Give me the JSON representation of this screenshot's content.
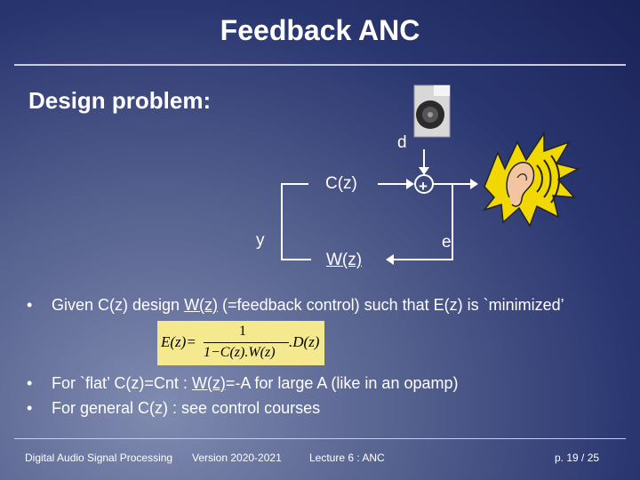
{
  "header": {
    "title": "Feedback ANC"
  },
  "section": {
    "heading": "Design problem:"
  },
  "diagram": {
    "label_d": "d",
    "block_c": "C(z)",
    "sum_sign": "+",
    "label_y": "y",
    "label_e": "e",
    "block_w": "W(z)"
  },
  "bullets": {
    "b1_pre": "Given C(z) design ",
    "b1_w": "W(z)",
    "b1_post": " (=feedback control) such that E(z) is `minimized’",
    "b2_pre": "For `flat’ C(z)=Cnt : ",
    "b2_w": "W(z)",
    "b2_post": "=-A for large A (like in an opamp)",
    "b3": "For general C(z) : see control courses"
  },
  "formula": {
    "lhs": "E(z)=",
    "numerator": "1",
    "denominator": "1−C(z).W(z)",
    "rhs": ".D(z)"
  },
  "footer": {
    "course": "Digital Audio Signal Processing",
    "version": "Version 2020-2021",
    "lecture": "Lecture 6 : ANC",
    "page": "p. 19 / 25"
  },
  "colors": {
    "formula_bg": "#f5e98f",
    "burst": "#f0d800",
    "line": "#ffffff"
  }
}
